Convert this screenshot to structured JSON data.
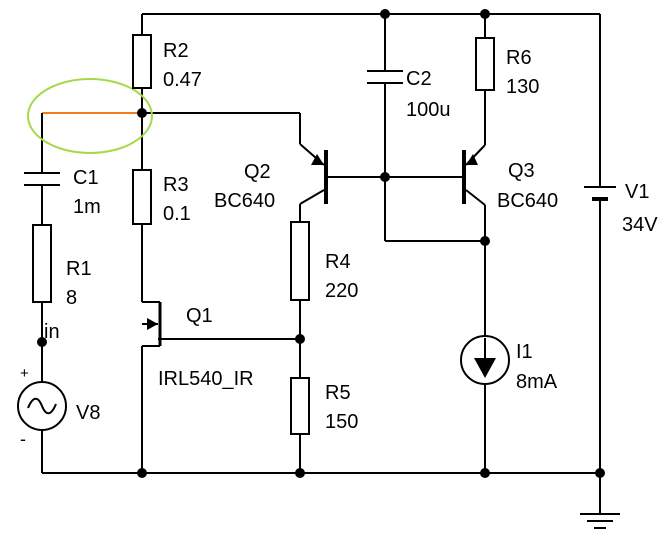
{
  "components": {
    "r2": {
      "name": "R2",
      "value": "0.47"
    },
    "r3": {
      "name": "R3",
      "value": "0.1"
    },
    "r4": {
      "name": "R4",
      "value": "220"
    },
    "r5": {
      "name": "R5",
      "value": "150"
    },
    "r6": {
      "name": "R6",
      "value": "130"
    },
    "r1": {
      "name": "R1",
      "value": "8"
    },
    "c1": {
      "name": "C1",
      "value": "1m"
    },
    "c2": {
      "name": "C2",
      "value": "100u"
    },
    "q1": {
      "name": "Q1",
      "value": "IRL540_IR"
    },
    "q2": {
      "name": "Q2",
      "value": "BC640"
    },
    "q3": {
      "name": "Q3",
      "value": "BC640"
    },
    "i1": {
      "name": "I1",
      "value": "8mA"
    },
    "v1": {
      "name": "V1",
      "value": "34V"
    },
    "v8": {
      "name": "V8",
      "plus": "+",
      "minus": "-"
    }
  },
  "node_labels": {
    "in": "in"
  },
  "colors": {
    "wire": "#000000",
    "highlight_wire": "#f07c1e",
    "highlight_ellipse": "#a6d94a",
    "background": "#ffffff"
  }
}
